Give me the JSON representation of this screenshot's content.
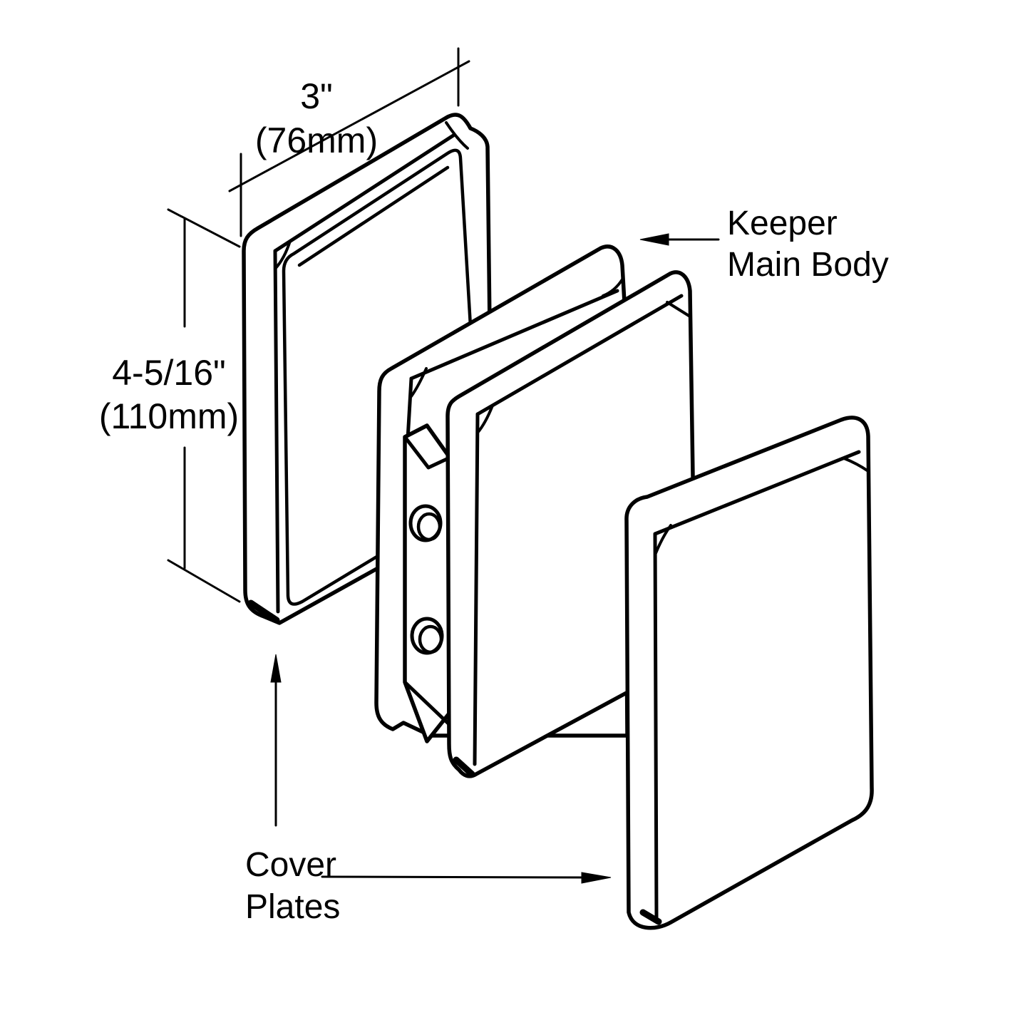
{
  "figure": {
    "kind": "exploded-view technical line drawing",
    "part_shown": "glass clamp keeper with cover plates"
  },
  "dimensions": {
    "width_in": "3\"",
    "width_mm": "(76mm)",
    "height_in": "4-5/16\"",
    "height_mm": "(110mm)"
  },
  "labels": {
    "keeper_line1": "Keeper",
    "keeper_line2": "Main Body",
    "cover_line1": "Cover",
    "cover_line2": "Plates"
  },
  "colors": {
    "line": "#000000",
    "background": "#ffffff"
  }
}
